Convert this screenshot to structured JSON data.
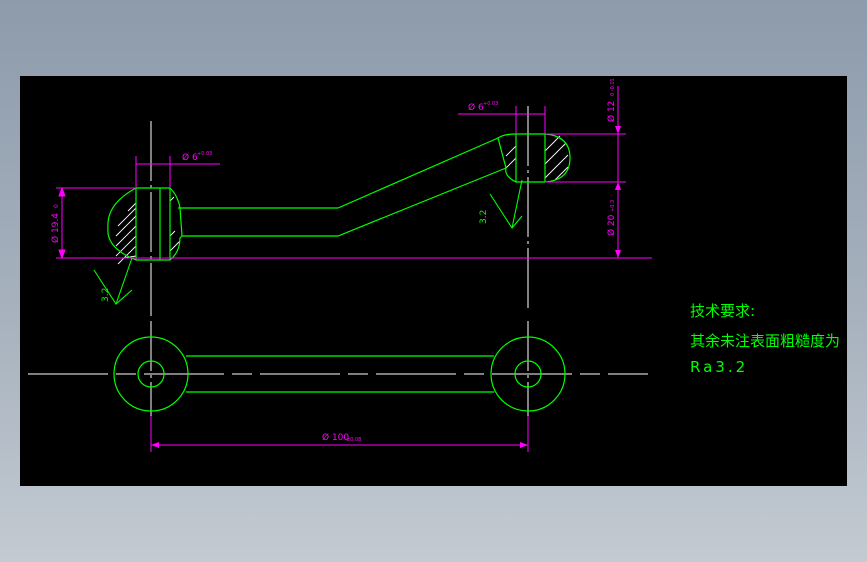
{
  "colors": {
    "outline": "#00ff00",
    "dimension": "#ff00ff",
    "center": "#ffffff",
    "hatch": "#ffffff"
  },
  "dimensions": {
    "left_bore": "Ø 6",
    "left_bore_tol": "+0.03",
    "right_bore": "Ø 6",
    "right_bore_tol": "+0.03",
    "left_outer": "Ø 19.4",
    "left_outer_tol": "0",
    "right_outer": "Ø 12",
    "right_outer_tol": "0 -0.11",
    "right_height": "Ø 20",
    "right_height_tol": "+0.3",
    "center_distance": "Ø 100",
    "center_distance_tol": "±0.08"
  },
  "roughness": {
    "left": "3.2",
    "right": "3.2"
  },
  "notes": {
    "title": "技术要求:",
    "line1": "其余未注表面粗糙度为",
    "line2": "Ra3.2"
  }
}
